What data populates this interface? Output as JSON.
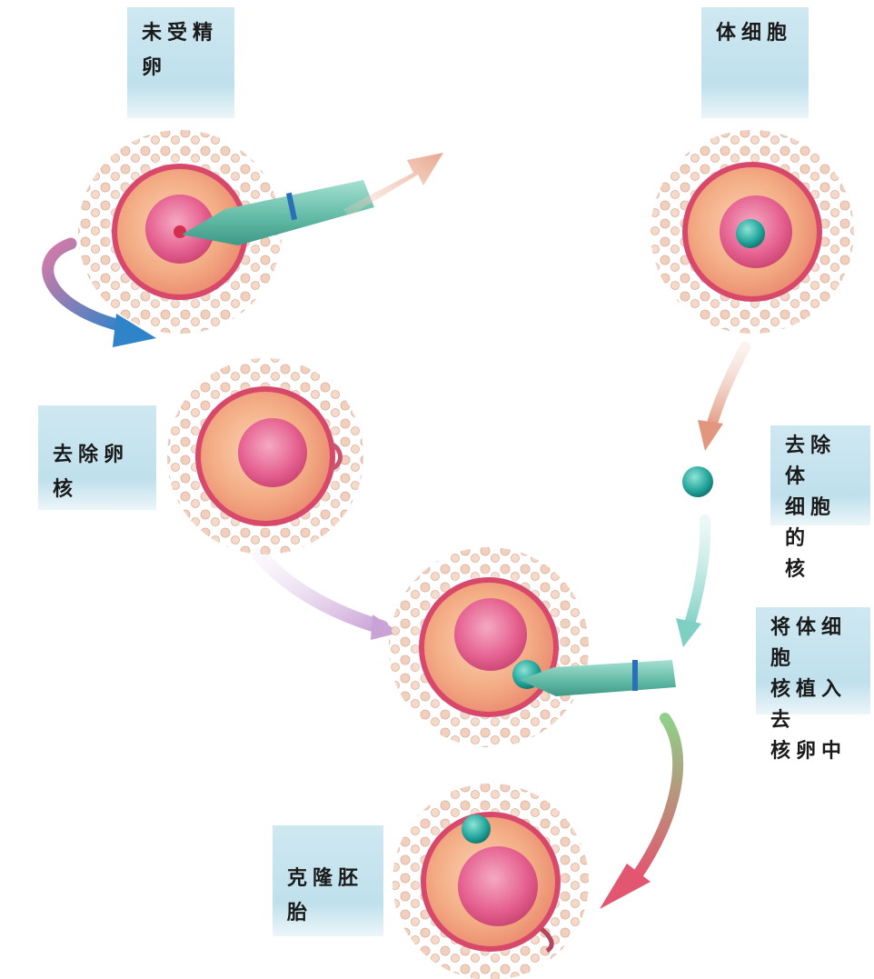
{
  "labels": {
    "unfertilized_egg": "未受精卵",
    "somatic_cell": "体细胞",
    "remove_egg_nucleus": "去除卵核",
    "remove_somatic_nucleus": "去除体\n细胞的\n核",
    "implant_nucleus": "将体细胞\n核植入去\n核卵中",
    "cloned_embryo": "克隆胚胎"
  },
  "colors": {
    "label_background": "#c6e4ef",
    "cell_membrane": "#d8486a",
    "cytoplasm": "#f2a27c",
    "egg_nucleus_region": "#e0508a",
    "somatic_nucleus": "#2aa6a0",
    "pipette": "#6cc2b0",
    "pipette_band": "#2a6fb8",
    "arrow_blue": "#3b86c8",
    "arrow_pink": "#e27a98"
  }
}
